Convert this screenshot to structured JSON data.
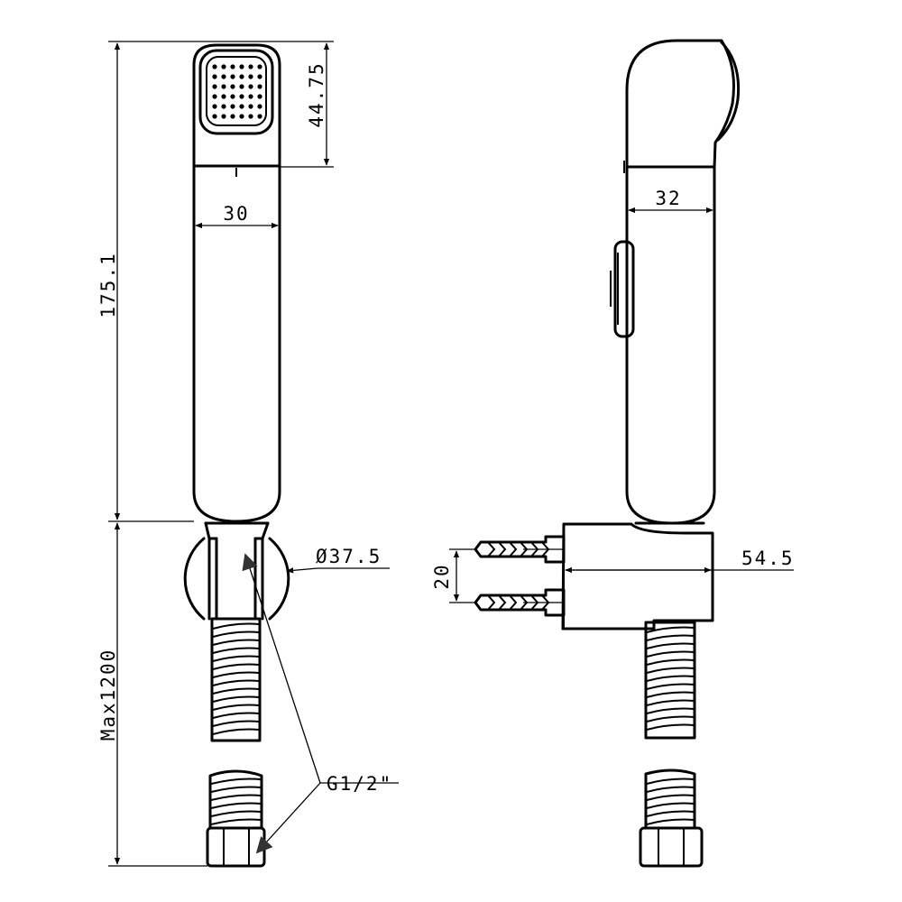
{
  "dimensions": {
    "total_length": "175.1",
    "head_height": "44.75",
    "front_width": "30",
    "side_width": "32",
    "holder_diameter": "Ø37.5",
    "hose_length": "Max1200",
    "thread_spec": "G1/2\"",
    "screw_spacing": "20",
    "holder_depth": "54.5"
  },
  "views": [
    "front-view",
    "side-view"
  ],
  "colors": {
    "line": "#000000",
    "background": "#ffffff"
  }
}
